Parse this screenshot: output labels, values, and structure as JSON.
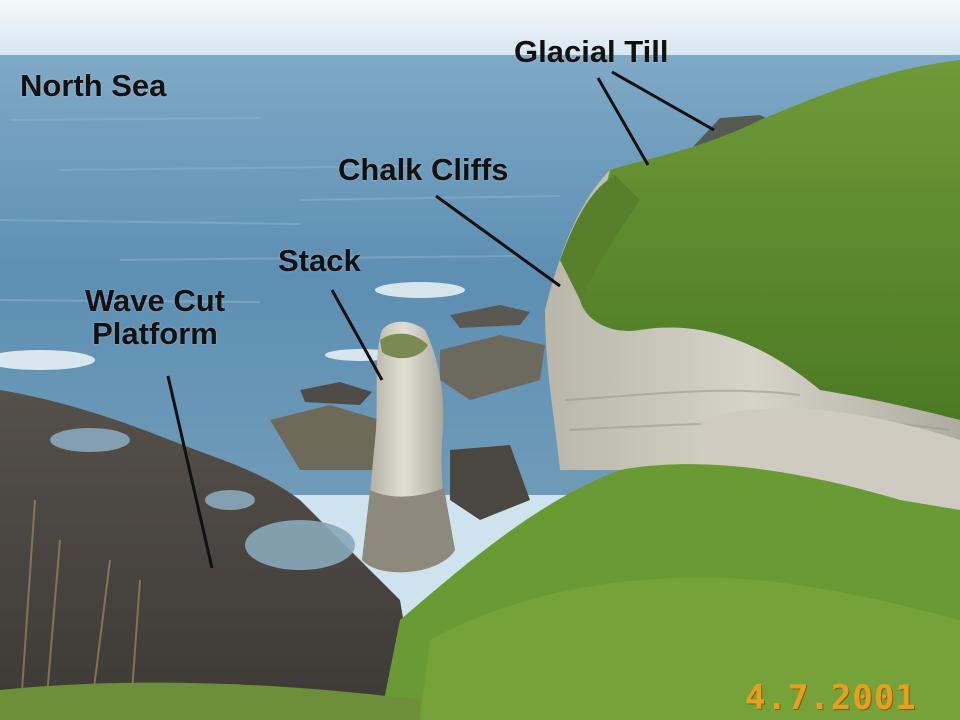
{
  "labels": {
    "north_sea": "North Sea",
    "glacial_till": "Glacial Till",
    "chalk_cliffs": "Chalk Cliffs",
    "stack": "Stack",
    "wave_cut_platform_line1": "Wave Cut",
    "wave_cut_platform_line2": "Platform"
  },
  "date_stamp": "4.7.2001",
  "colors": {
    "sea": "#5d8fb3",
    "sky": "#e6eff4",
    "grass": "#5e8a2e",
    "chalk": "#cfcdc2",
    "rock": "#4a4540",
    "label_text": "#111111",
    "date_stamp": "#e6a020"
  }
}
